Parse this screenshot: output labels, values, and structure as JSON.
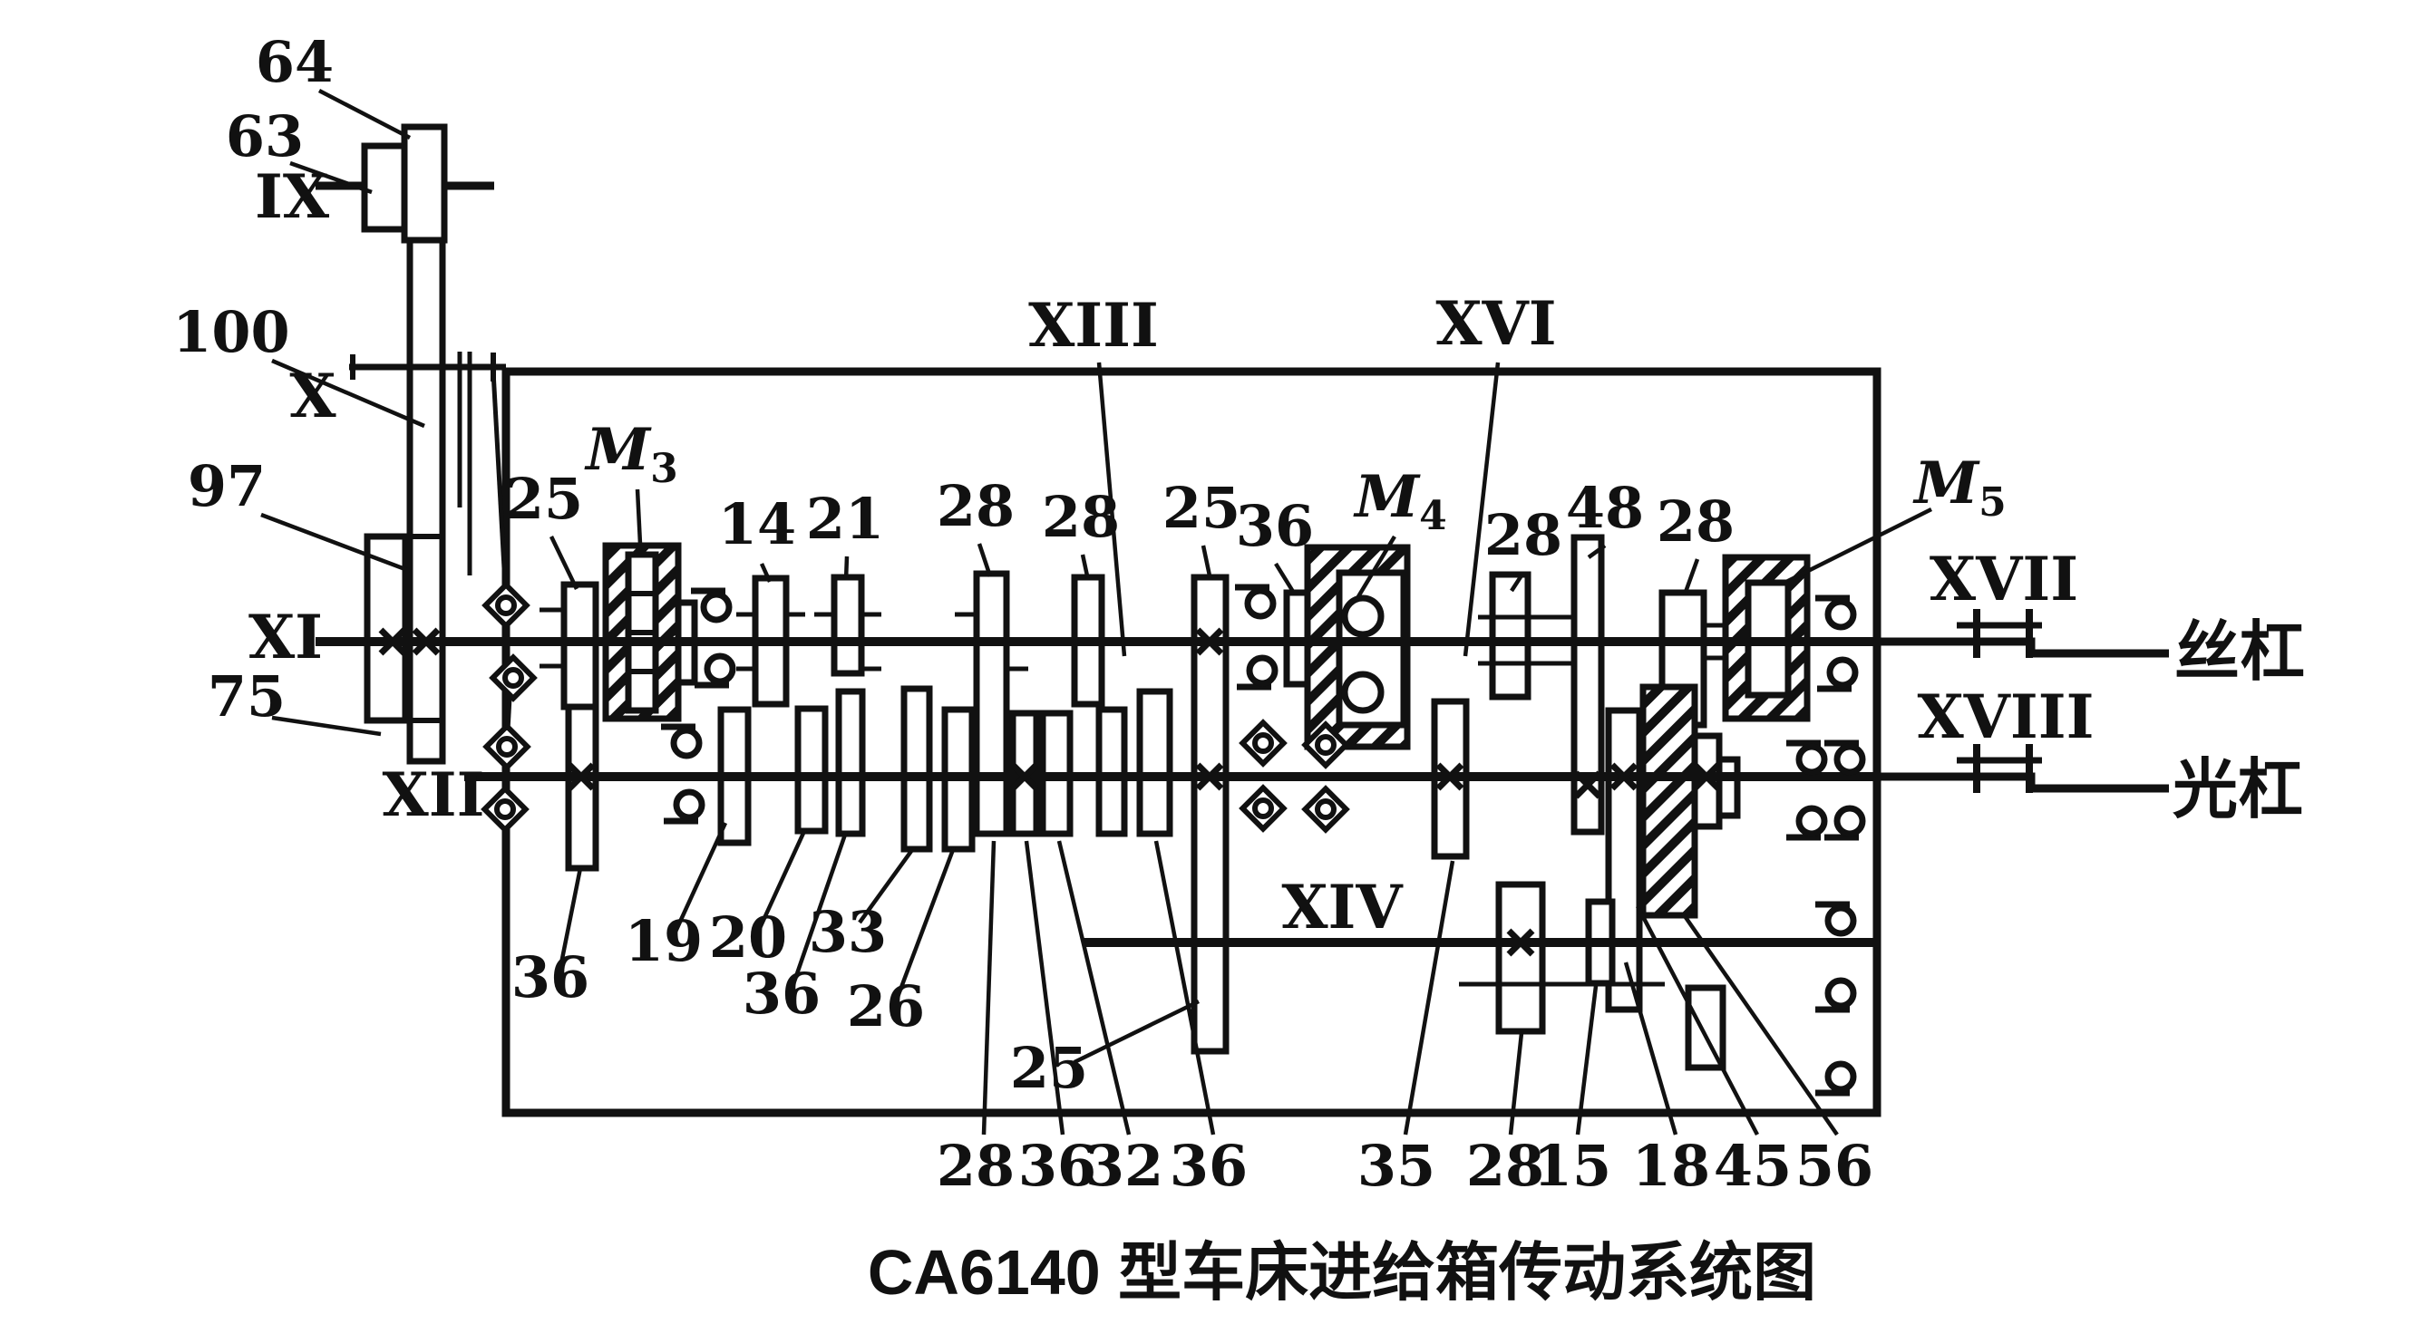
{
  "title": "CA6140 型车床进给箱传动系统图",
  "shaft_labels": {
    "ix": "IX",
    "x": "X",
    "xi": "XI",
    "xii": "XII",
    "xiii": "XIII",
    "xiv": "XIV",
    "xvi": "XVI",
    "xvii": "XVII",
    "xviii": "XVIII"
  },
  "rod_labels": {
    "lead_screw": "丝杠",
    "feed_rod": "光杠"
  },
  "left_callouts": {
    "n64": "64",
    "n63": "63",
    "n100": "100",
    "n97": "97",
    "n75": "75"
  },
  "top_callouts": {
    "t25a": "25",
    "m": "M",
    "m3s": "3",
    "t14": "14",
    "t21": "21",
    "t28a": "28",
    "t28b": "28",
    "t25b": "25",
    "t36a": "36",
    "m4s": "4",
    "t28c": "28",
    "t48": "48",
    "t28d": "28",
    "m5s": "5"
  },
  "bottom_callouts": {
    "b36a": "36",
    "b19": "19",
    "b20": "20",
    "b36b": "36",
    "b33": "33",
    "b26": "26",
    "b28a": "28",
    "b36c": "36",
    "b32": "32",
    "b36d": "36",
    "b25": "25",
    "b35": "35",
    "b28b": "28",
    "b15": "15",
    "b18": "18",
    "b45": "45",
    "b56": "56"
  }
}
